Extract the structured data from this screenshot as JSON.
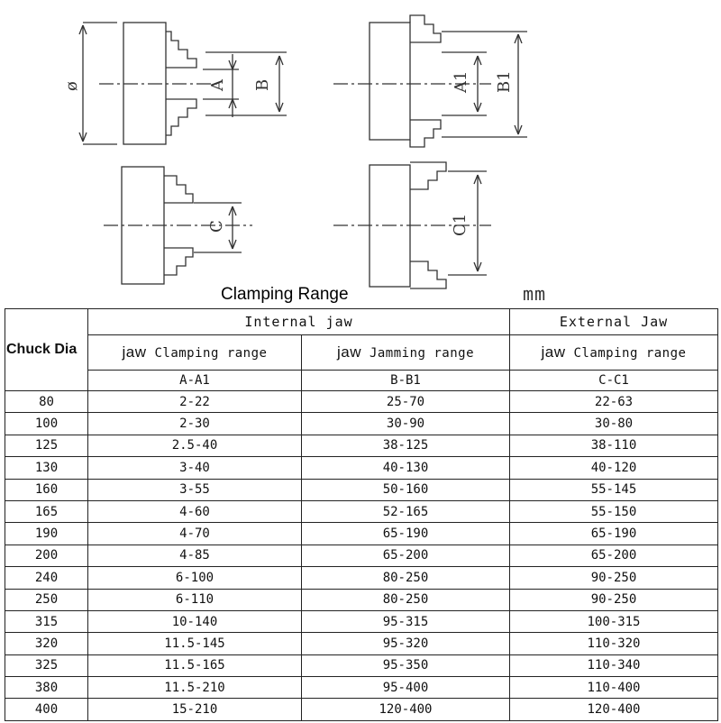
{
  "diagram_labels": {
    "diameter": "ø",
    "a": "A",
    "b": "B",
    "a1": "A1",
    "b1": "B1",
    "c": "C",
    "c1": "C1"
  },
  "title": "Clamping Range",
  "unit": "mm",
  "table": {
    "chuck_header": "Chuck Dia",
    "internal_header": "Internal jaw",
    "external_header": "External Jaw",
    "sub1_jaw": "jaw",
    "sub1_text": "Clamping range",
    "sub2_jaw": "jaw",
    "sub2_text": "Jamming range",
    "sub3_jaw": "jaw",
    "sub3_text": "Clamping range",
    "col1": "A-A1",
    "col2": "B-B1",
    "col3": "C-C1",
    "rows": [
      [
        "80",
        "2-22",
        "25-70",
        "22-63"
      ],
      [
        "100",
        "2-30",
        "30-90",
        "30-80"
      ],
      [
        "125",
        "2.5-40",
        "38-125",
        "38-110"
      ],
      [
        "130",
        "3-40",
        "40-130",
        "40-120"
      ],
      [
        "160",
        "3-55",
        "50-160",
        "55-145"
      ],
      [
        "165",
        "4-60",
        "52-165",
        "55-150"
      ],
      [
        "190",
        "4-70",
        "65-190",
        "65-190"
      ],
      [
        "200",
        "4-85",
        "65-200",
        "65-200"
      ],
      [
        "240",
        "6-100",
        "80-250",
        "90-250"
      ],
      [
        "250",
        "6-110",
        "80-250",
        "90-250"
      ],
      [
        "315",
        "10-140",
        "95-315",
        "100-315"
      ],
      [
        "320",
        "11.5-145",
        "95-320",
        "110-320"
      ],
      [
        "325",
        "11.5-165",
        "95-350",
        "110-340"
      ],
      [
        "380",
        "11.5-210",
        "95-400",
        "110-400"
      ],
      [
        "400",
        "15-210",
        "120-400",
        "120-400"
      ]
    ]
  }
}
